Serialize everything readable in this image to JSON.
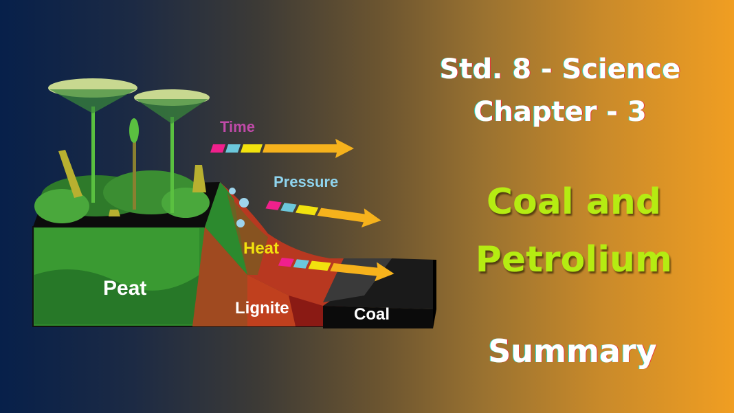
{
  "header": {
    "line1": "Std. 8 - Science",
    "line2": "Chapter - 3"
  },
  "topic": {
    "line1": "Coal and",
    "line2": "Petrolium"
  },
  "subtitle": "Summary",
  "diagram": {
    "process_labels": [
      {
        "label": "Time",
        "color": "#c04aa8"
      },
      {
        "label": "Pressure",
        "color": "#8fd4ee"
      },
      {
        "label": "Heat",
        "color": "#f2e20e"
      }
    ],
    "stage_labels": [
      "Peat",
      "Lignite",
      "Coal"
    ],
    "arrow_segment_colors": [
      "#f0208c",
      "#6cc8dc",
      "#f2e20e",
      "#f6b21c"
    ]
  },
  "colors": {
    "bg_left": "#07204a",
    "bg_right": "#f09e22",
    "topic_green": "#b5ec12",
    "title_white": "#ffffff"
  }
}
